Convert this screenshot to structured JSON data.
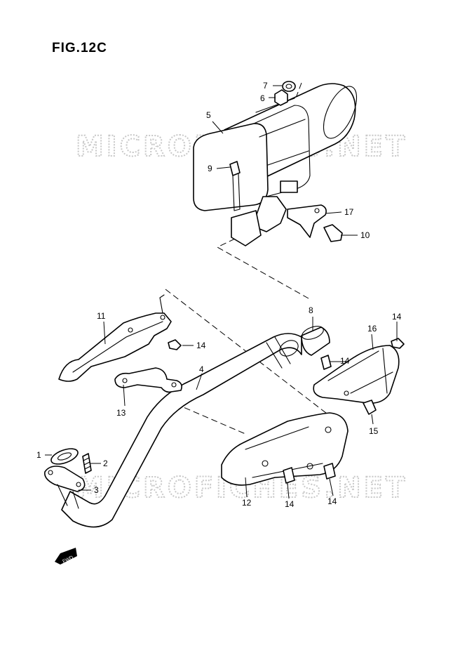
{
  "figure": {
    "title": "FIG.12C"
  },
  "watermark": {
    "text": "MICROFICHES.NET"
  },
  "fwd_arrow": {
    "text": "FWD"
  },
  "callouts": [
    {
      "id": "c1",
      "text": "1"
    },
    {
      "id": "c2",
      "text": "2"
    },
    {
      "id": "c3",
      "text": "3"
    },
    {
      "id": "c4",
      "text": "4"
    },
    {
      "id": "c5",
      "text": "5"
    },
    {
      "id": "c6",
      "text": "6"
    },
    {
      "id": "c7",
      "text": "7"
    },
    {
      "id": "c8",
      "text": "8"
    },
    {
      "id": "c9",
      "text": "9"
    },
    {
      "id": "c10",
      "text": "10"
    },
    {
      "id": "c11",
      "text": "11"
    },
    {
      "id": "c12",
      "text": "12"
    },
    {
      "id": "c13",
      "text": "13"
    },
    {
      "id": "c14a",
      "text": "14"
    },
    {
      "id": "c14b",
      "text": "14"
    },
    {
      "id": "c14c",
      "text": "14"
    },
    {
      "id": "c14d",
      "text": "14"
    },
    {
      "id": "c14e",
      "text": "14"
    },
    {
      "id": "c15",
      "text": "15"
    },
    {
      "id": "c16",
      "text": "16"
    },
    {
      "id": "c17",
      "text": "17"
    }
  ],
  "colors": {
    "line": "#000000",
    "background": "#ffffff",
    "watermark": "#c8c8c8"
  }
}
